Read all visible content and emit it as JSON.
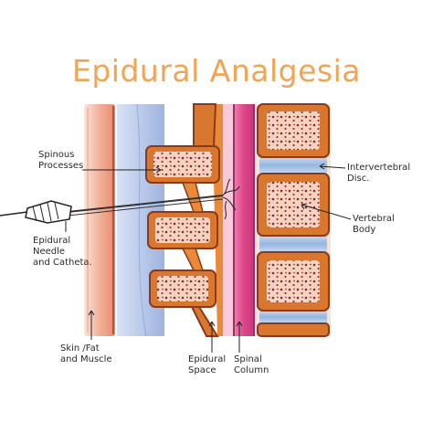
{
  "title": "Epidural Analgesia",
  "labels": {
    "spinous_processes": "Spinous\nProcesses",
    "epidural_needle": "Epidural\nNeedle\nand Catheta.",
    "skin_fat_muscle": "Skin /Fat\nand Muscle",
    "epidural_space": "Epidural\nSpace",
    "spinal_column": "Spinal\nColumn",
    "intervertebral_disc": "Intervertebral\nDisc.",
    "vertebral_body": "Vertebral\nBody"
  },
  "colors": {
    "title": "#f0a456",
    "skin": "#f1b39a",
    "muscle_red": "#cf3f2a",
    "fat_blue": "#b8c8ea",
    "bone": "#d9772f",
    "bone_dark": "#8a3a1a",
    "marrow": "#f4d3c3",
    "spinal": "#e04a8a",
    "disc": "#a9c4e6"
  }
}
